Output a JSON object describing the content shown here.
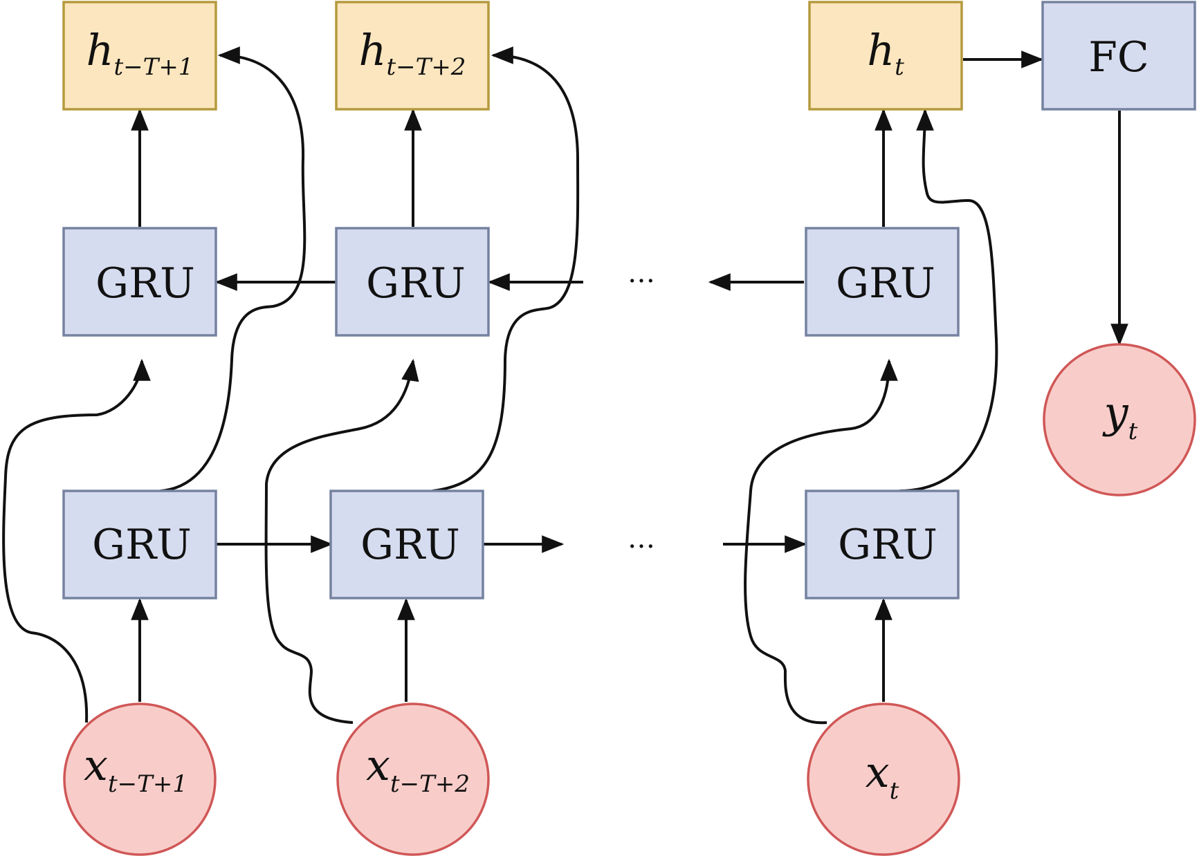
{
  "hidden": [
    {
      "main": "h",
      "sub": "t−T+1"
    },
    {
      "main": "h",
      "sub": "t−T+2"
    },
    {
      "main": "h",
      "sub": "t"
    }
  ],
  "inputs": [
    {
      "main": "x",
      "sub": "t−T+1"
    },
    {
      "main": "x",
      "sub": "t−T+2"
    },
    {
      "main": "x",
      "sub": "t"
    }
  ],
  "gru_label": "GRU",
  "fc_label": "FC",
  "output": {
    "main": "y",
    "sub": "t"
  },
  "ellipsis": "…",
  "colors": {
    "hidden_fill": "#fce6bf",
    "gru_fill": "#d6dcef",
    "node_fill": "#f8cdc9",
    "node_stroke": "#d05757"
  }
}
